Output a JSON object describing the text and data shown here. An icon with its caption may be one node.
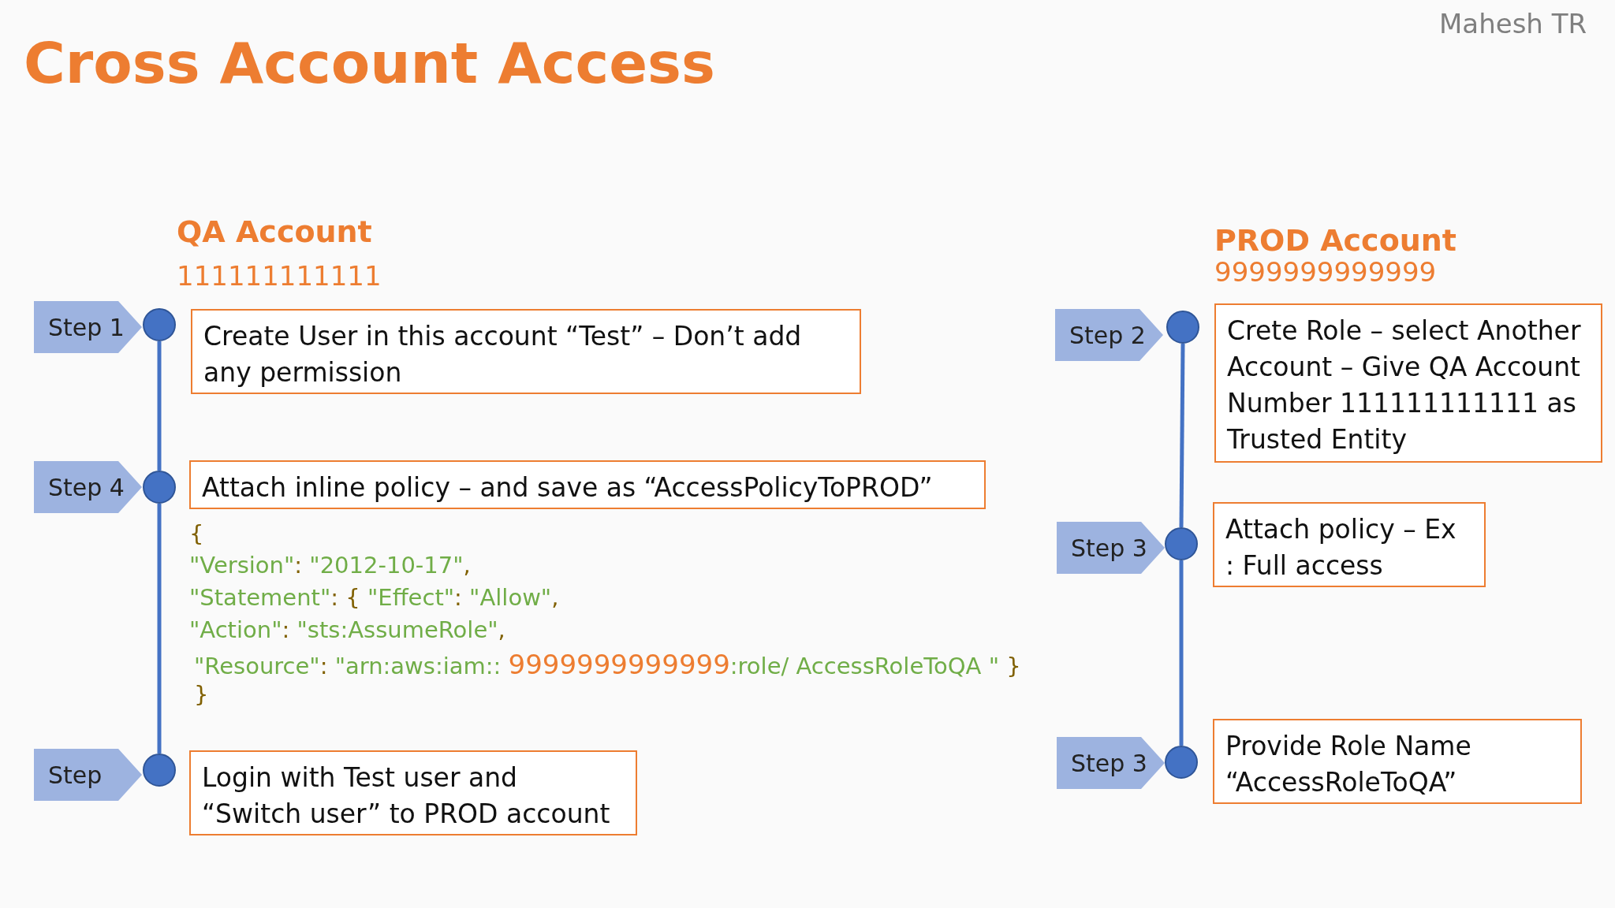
{
  "diagram": {
    "title": "Cross Account Access",
    "nodes": [
      {
        "text": [
          "Step 1"
        ]
      },
      {
        "text": [],
        "shape": "circle"
      },
      {
        "text": [
          "Create User in this account “Test” – Don’t add any permission"
        ]
      },
      {
        "text": [
          "Step 4"
        ]
      },
      {
        "text": [],
        "shape": "circle"
      },
      {
        "text": [
          "Attach inline policy –  and save as “AccessPolicyToPROD”"
        ]
      },
      {
        "text": [
          "Step"
        ]
      },
      {
        "text": [],
        "shape": "circle"
      },
      {
        "text": [
          "Login with Test user and “Switch user” to PROD account"
        ]
      },
      {
        "text": [
          "Step 2"
        ]
      },
      {
        "text": [],
        "shape": "circle"
      },
      {
        "text": [
          "Crete Role – select Another Account – Give QA Account Number 111111111111 as Trusted Entity"
        ]
      },
      {
        "text": [
          "Step 3"
        ]
      },
      {
        "text": [],
        "shape": "circle"
      },
      {
        "text": [
          "Attach policy – Ex : Full access"
        ]
      },
      {
        "text": [
          "Step 3"
        ]
      },
      {
        "text": [],
        "shape": "circle"
      },
      {
        "text": [
          "Provide Role Name “AccessRoleToQA”"
        ]
      }
    ],
    "edges": [
      {
        "from": 1,
        "to": 4,
        "arrow": "none"
      },
      {
        "from": 4,
        "to": 7,
        "arrow": "none"
      },
      {
        "from": 10,
        "to": 13,
        "arrow": "none"
      },
      {
        "from": 13,
        "to": 16,
        "arrow": "none"
      }
    ],
    "labels": [
      "Mahesh TR",
      "QA Account",
      "111111111111",
      "{",
      "\"Version\": \"2012-10-17\",",
      "\"Statement\": { \"Effect\": \"Allow\",",
      "\"Action\": \"sts:AssumeRole\",",
      "\"Resource\": \"arn:aws:iam:: 9999999999999:role/ AccessRoleToQA \" }",
      "}",
      "PROD Account",
      "9999999999999"
    ]
  }
}
